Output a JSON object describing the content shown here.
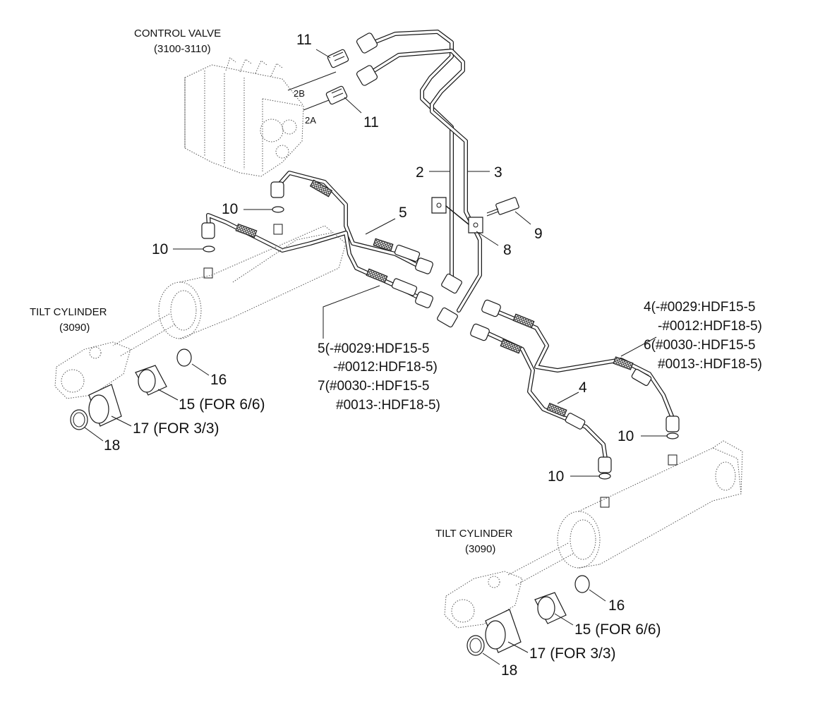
{
  "labels": {
    "control_valve": "CONTROL VALVE",
    "control_valve_code": "(3100-3110)",
    "port_2b": "2B",
    "port_2a": "2A",
    "tilt_cylinder_left": "TILT CYLINDER",
    "tilt_cylinder_left_code": "(3090)",
    "tilt_cylinder_right": "TILT CYLINDER",
    "tilt_cylinder_right_code": "(3090)"
  },
  "parts": {
    "p11_top": "11",
    "p11_bottom": "11",
    "p2": "2",
    "p3": "3",
    "p9": "9",
    "p8": "8",
    "p5": "5",
    "p10_a": "10",
    "p10_b": "10",
    "p10_c": "10",
    "p10_d": "10",
    "p4": "4",
    "p16_left": "16",
    "p15_left": "15 (FOR 6/6)",
    "p17_left": "17 (FOR 3/3)",
    "p18_left": "18",
    "p16_right": "16",
    "p15_right": "15 (FOR 6/6)",
    "p17_right": "17 (FOR 3/3)",
    "p18_right": "18"
  },
  "notes": {
    "hose_left": [
      "5(-#0029:HDF15-5",
      "-#0012:HDF18-5)",
      "7(#0030-:HDF15-5",
      "#0013-:HDF18-5)"
    ],
    "hose_right": [
      "4(-#0029:HDF15-5",
      "-#0012:HDF18-5)",
      "6(#0030-:HDF15-5",
      "#0013-:HDF18-5)"
    ]
  }
}
